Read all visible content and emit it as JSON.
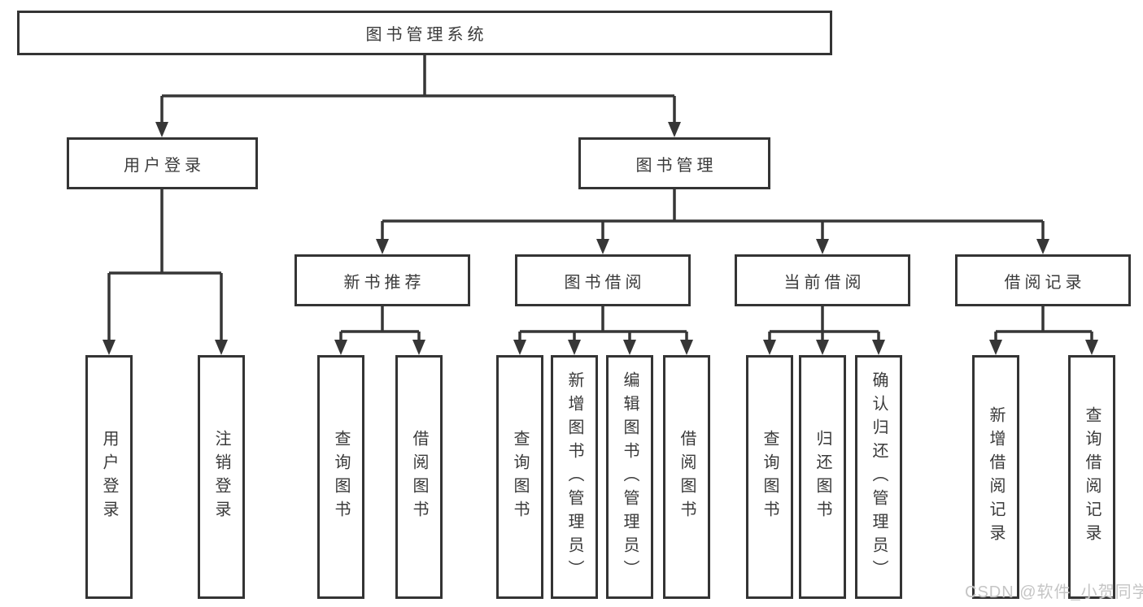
{
  "diagram": {
    "title": "图书管理系统",
    "type": "hierarchy-tree",
    "colors": {
      "line": "#363636",
      "box_border": "#343434",
      "box_fill": "#ffffff",
      "text": "#3a3a3a",
      "watermark_text": "#c5c5c5",
      "background": "#ffffff"
    }
  },
  "nodes": {
    "root": {
      "label": "图书管理系统"
    },
    "user_login": {
      "label": "用户登录"
    },
    "book_mgmt": {
      "label": "图书管理"
    },
    "new_book_rec": {
      "label": "新书推荐"
    },
    "book_borrow": {
      "label": "图书借阅"
    },
    "current_borrow": {
      "label": "当前借阅"
    },
    "borrow_record": {
      "label": "借阅记录"
    },
    "leaf_user_login": {
      "label": "用户登录"
    },
    "leaf_logout": {
      "label": "注销登录"
    },
    "leaf_query_book_rec": {
      "label": "查询图书"
    },
    "leaf_borrow_book_rec": {
      "label": "借阅图书"
    },
    "leaf_query_book_borrow": {
      "label": "查询图书"
    },
    "leaf_add_book": {
      "label": "新增图书（管理员）"
    },
    "leaf_edit_book": {
      "label": "编辑图书（管理员）"
    },
    "leaf_borrow_book_borrow": {
      "label": "借阅图书"
    },
    "leaf_query_book_current": {
      "label": "查询图书"
    },
    "leaf_return_book": {
      "label": "归还图书"
    },
    "leaf_confirm_return": {
      "label": "确认归还（管理员）"
    },
    "leaf_add_borrow_record": {
      "label": "新增借阅记录"
    },
    "leaf_query_borrow_record": {
      "label": "查询借阅记录"
    }
  },
  "watermark": {
    "text": "CSDN @软件_小贺同学"
  }
}
